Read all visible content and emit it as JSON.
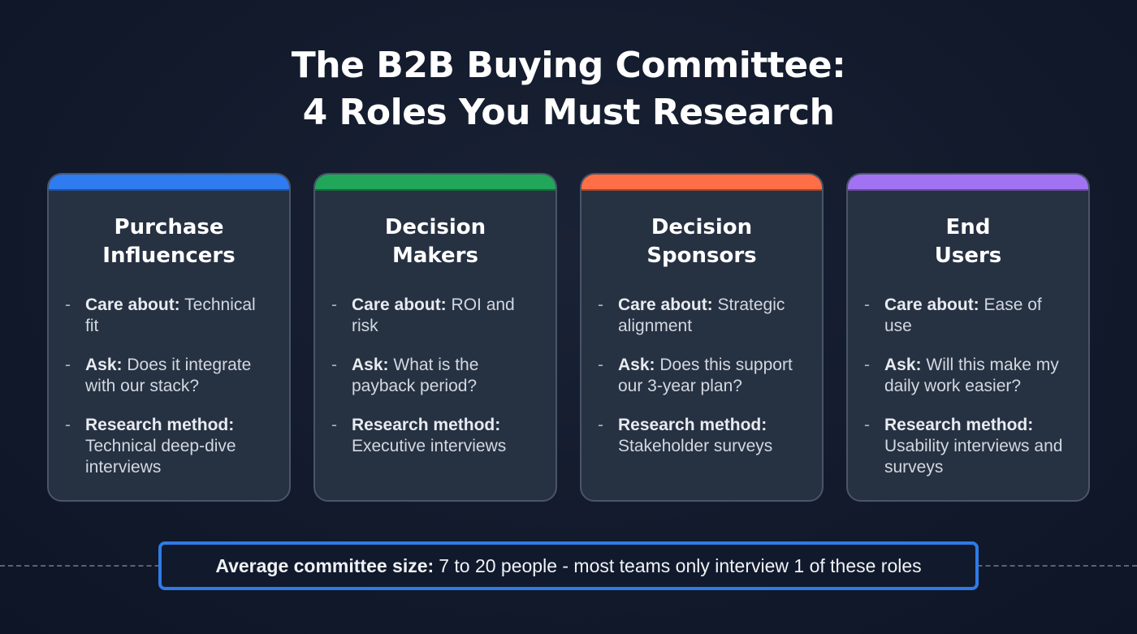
{
  "title": {
    "line1": "The B2B Buying Committee:",
    "line2": "4 Roles You Must Research"
  },
  "cards": [
    {
      "accent": "#2f7bf0",
      "title_line1": "Purchase",
      "title_line2": "Influencers",
      "items": [
        {
          "label": "Care about:",
          "text": "Technical fit"
        },
        {
          "label": "Ask:",
          "text": "Does it integrate with our stack?"
        },
        {
          "label": "Research method:",
          "text": "Technical deep-dive interviews"
        }
      ]
    },
    {
      "accent": "#22a75a",
      "title_line1": "Decision",
      "title_line2": "Makers",
      "items": [
        {
          "label": "Care about:",
          "text": "ROI and risk"
        },
        {
          "label": "Ask:",
          "text": "What is the payback period?"
        },
        {
          "label": "Research method:",
          "text": "Executive interviews"
        }
      ]
    },
    {
      "accent": "#ff6f47",
      "title_line1": "Decision",
      "title_line2": "Sponsors",
      "items": [
        {
          "label": "Care about:",
          "text": "Strategic alignment"
        },
        {
          "label": "Ask:",
          "text": "Does this support our 3-year plan?"
        },
        {
          "label": "Research method:",
          "text": "Stakeholder surveys"
        }
      ]
    },
    {
      "accent": "#a173f2",
      "title_line1": "End",
      "title_line2": "Users",
      "items": [
        {
          "label": "Care about:",
          "text": "Ease of use"
        },
        {
          "label": "Ask:",
          "text": "Will this make my daily work easier?"
        },
        {
          "label": "Research method:",
          "text": "Usability interviews and surveys"
        }
      ]
    }
  ],
  "footer": {
    "label": "Average committee size:",
    "text": "7 to 20 people - most teams only interview 1 of these roles",
    "border_color": "#2f7be6"
  },
  "bullet": "-"
}
